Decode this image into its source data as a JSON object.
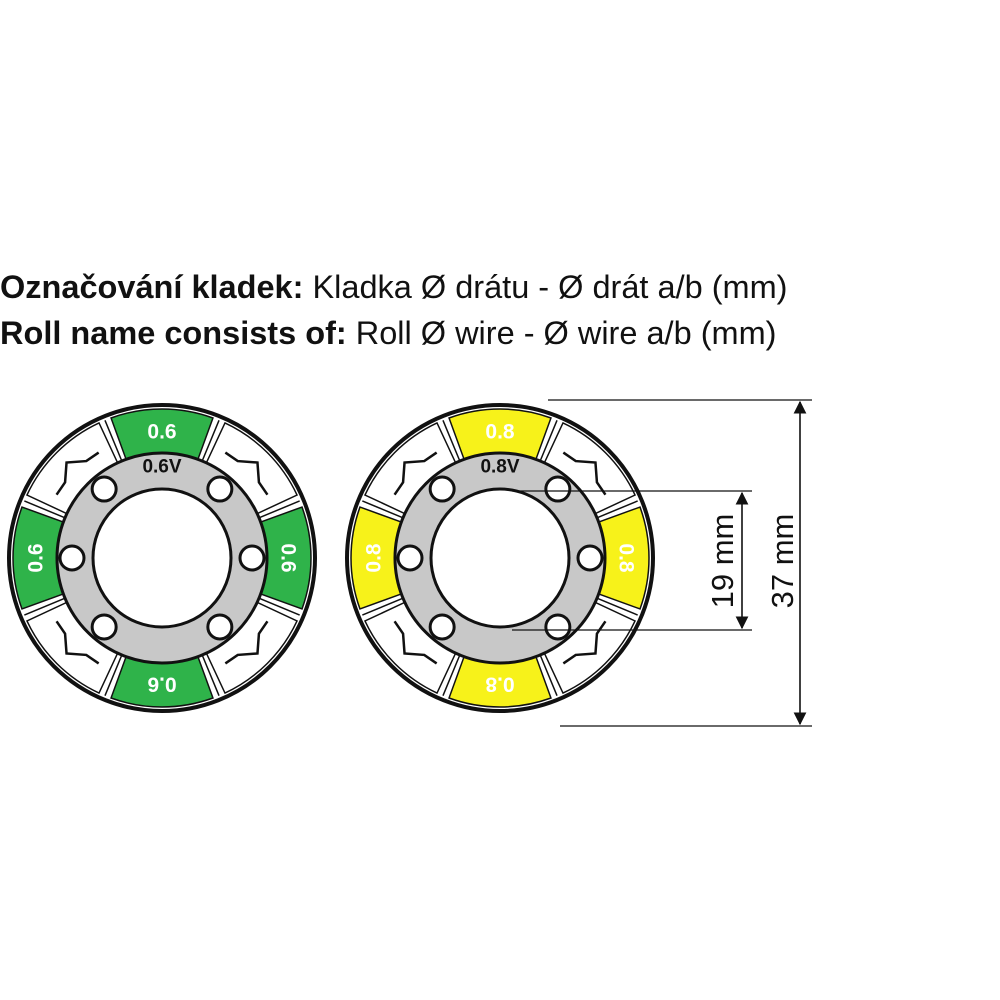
{
  "caption": {
    "line1_bold": "Označování kladek:",
    "line1_rest": " Kladka Ø drátu - Ø drát a/b (mm)",
    "line2_bold": "Roll name consists of:",
    "line2_rest": " Roll Ø wire - Ø wire a/b (mm)"
  },
  "rolls": [
    {
      "hub_label": "0.6V",
      "segment_label": "0.6",
      "color": "#2fb34a",
      "text_color": "#ffffff"
    },
    {
      "hub_label": "0.8V",
      "segment_label": "0.8",
      "color": "#f7f21a",
      "text_color": "#ffffff"
    }
  ],
  "dimensions": {
    "inner": "19 mm",
    "outer": "37 mm"
  },
  "colors": {
    "hub": "#c8c8c8",
    "outline": "#111111"
  }
}
